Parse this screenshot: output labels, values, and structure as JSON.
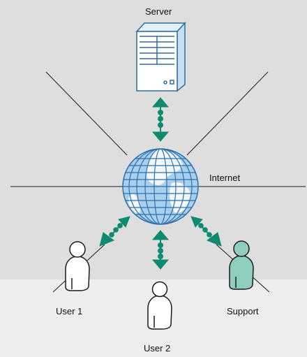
{
  "colors": {
    "upper_background": "#dedede",
    "lower_background": "#eeeeee",
    "arrow": "#0e8a70",
    "globe_fill": "#a9cfee",
    "globe_stroke": "#2d6fa8",
    "support_fill": "#8fcdbf"
  },
  "nodes": {
    "server": {
      "label": "Server",
      "icon": "server-tower-icon"
    },
    "internet": {
      "label": "Internet",
      "icon": "globe-icon"
    },
    "user1": {
      "label": "User 1",
      "icon": "person-icon"
    },
    "user2": {
      "label": "User 2",
      "icon": "person-icon"
    },
    "support": {
      "label": "Support",
      "icon": "person-icon"
    }
  },
  "connections": [
    {
      "from": "Server",
      "to": "Internet",
      "style": "bidirectional-arrow"
    },
    {
      "from": "Internet",
      "to": "User 1",
      "style": "bidirectional-arrow"
    },
    {
      "from": "Internet",
      "to": "User 2",
      "style": "bidirectional-arrow"
    },
    {
      "from": "Internet",
      "to": "Support",
      "style": "bidirectional-arrow"
    }
  ]
}
